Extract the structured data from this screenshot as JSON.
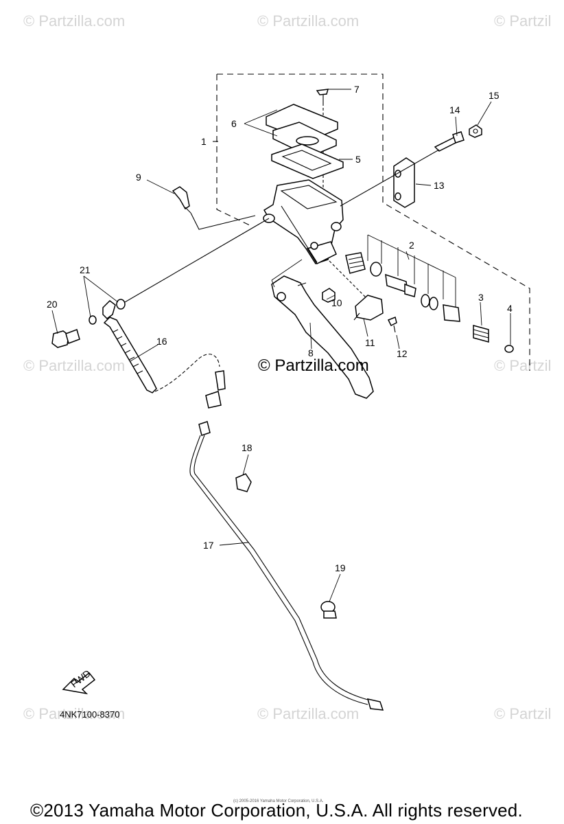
{
  "watermark": {
    "text": "© Partzilla.com",
    "right_partial": "© Partzil"
  },
  "center_watermark": "© Partzilla.com",
  "diagram_code": "4NK7100-8370",
  "fwd_label": "FWD",
  "tiny_notice": "(c) 2005-2016 Yamaha Motor Corporation, U.S.A.",
  "copyright": "©2013 Yamaha Motor Corporation, U.S.A. All rights reserved.",
  "callouts": [
    "1",
    "2",
    "3",
    "4",
    "5",
    "6",
    "7",
    "8",
    "9",
    "10",
    "11",
    "12",
    "13",
    "14",
    "15",
    "16",
    "17",
    "18",
    "19",
    "20",
    "21"
  ]
}
